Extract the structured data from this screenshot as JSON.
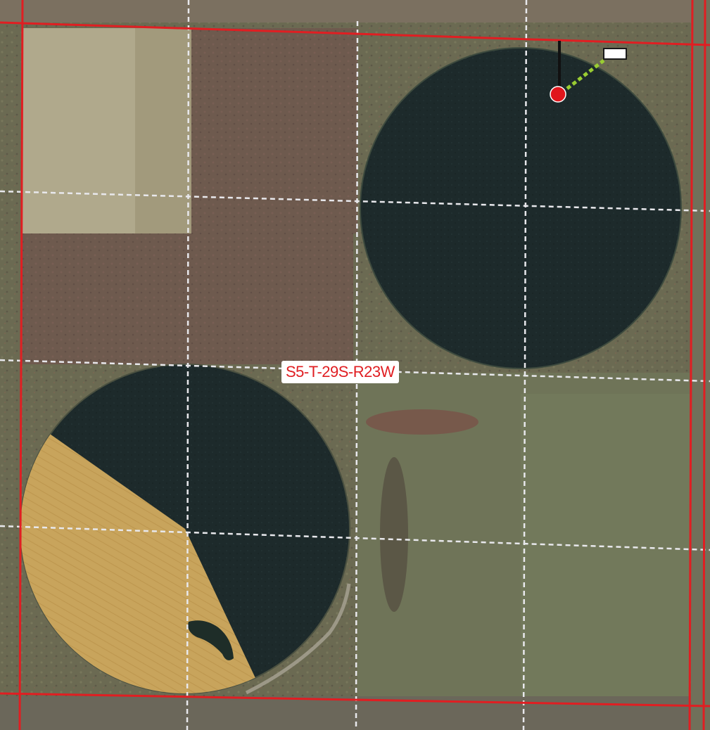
{
  "map": {
    "section_label": "S5-T-29S-R23W",
    "colors": {
      "boundary_line": "#e01e22",
      "quarter_line": "#e8e8ec",
      "irrigated_crop": "#1d2a2b",
      "harvested_wheat": "#c9a55a",
      "grassland": "#6e7256",
      "well_marker": "#e0161c",
      "pipeline": "#9acd32"
    },
    "features": [
      "center-pivot-field-northeast",
      "center-pivot-field-southwest",
      "well-marker",
      "pipeline-dotted-line",
      "section-boundary-lines",
      "quarter-section-lines"
    ]
  }
}
